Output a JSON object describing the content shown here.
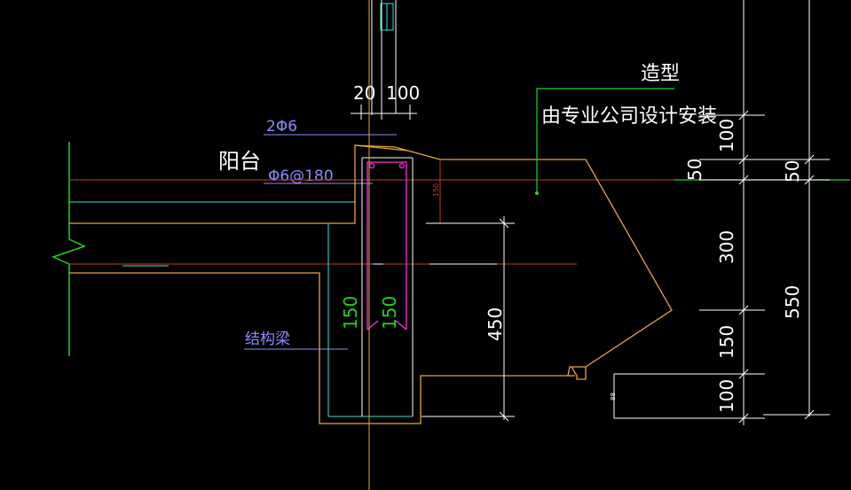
{
  "colors": {
    "background": "#000000",
    "outline": "#e8a33a",
    "cyan": "#2fe0e0",
    "white": "#ffffff",
    "green": "#21d321",
    "blue_label": "#8c8cff",
    "magenta": "#ff2ee0",
    "red_line": "#c04020",
    "dimension": "#ffffff"
  },
  "labels": {
    "modeling": "造型",
    "supplier_note": "由专业公司设计安装",
    "balcony": "阳台",
    "rebar_top": "2Φ6",
    "rebar_stirrup": "Φ6@180",
    "structural_beam": "结构梁"
  },
  "dimensions": {
    "top_20": "20",
    "top_100": "100",
    "left_150": "150",
    "inner_150": "150",
    "small_150": "150",
    "height_450": "450",
    "right_100_top": "100",
    "right_50_a": "50",
    "right_300": "300",
    "right_150": "150",
    "right_100_bottom": "100",
    "far_50": "50",
    "far_550": "550",
    "tiny_mark": "88"
  }
}
